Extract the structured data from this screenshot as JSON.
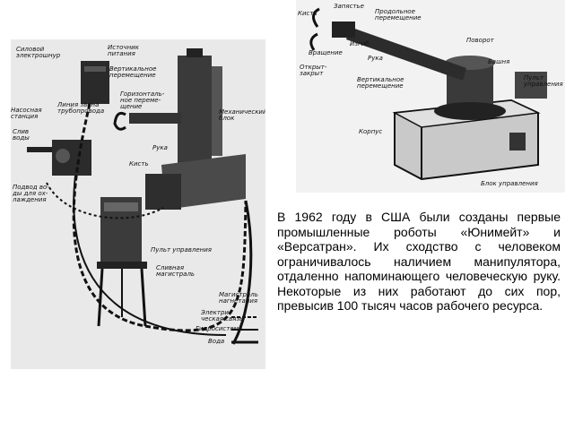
{
  "caption": "В 1962 году в США были созданы первые промышленные роботы «Юнимейт» и «Версатран». Их сходство с человеком ограничивалось наличием манипулятора, отдаленно напоминающего человеческую руку. Некоторые из них работают до сих пор, превысив 100 тысяч часов рабочего ресурса.",
  "left_figure": {
    "labels": {
      "power_cable": "Силовой\nэлектрошнур",
      "power_source": "Источник\nпитания",
      "vertical_move": "Вертикальное\nперемещение",
      "pump_station": "Насосная\nстанция",
      "elbow_line": "Линия звена\nтрубопровода",
      "horizontal_move": "Горизонталь-\nное переме-\nщение",
      "mech_block": "Механический\nблок",
      "water_drain": "Слив\nводы",
      "arm": "Рука",
      "hand": "Кисть",
      "water_in": "Подвод во-\nды для ох-\nлаждения",
      "control_panel": "Пульт управления",
      "drain_line": "Сливная\nмагистраль",
      "pressure_line": "Магистраль\nнагнетания",
      "electric_link": "Электри-\nческая связь",
      "hydro_system": "Гидросистема",
      "water": "Вода"
    }
  },
  "right_figure": {
    "labels": {
      "hand": "Кисть",
      "wrist": "Запястье",
      "long_move": "Продольное\nперемещение",
      "rotate": "Поворот",
      "bend": "Изгиб",
      "rotation": "Вращение",
      "open_close": "Открыт-\nзакрыт",
      "arm": "Рука",
      "tower": "Башня",
      "vertical_move": "Вертикальное\nперемещение",
      "control_panel": "Пульт\nуправления",
      "body": "Корпус",
      "control_block": "Блок управления"
    }
  }
}
